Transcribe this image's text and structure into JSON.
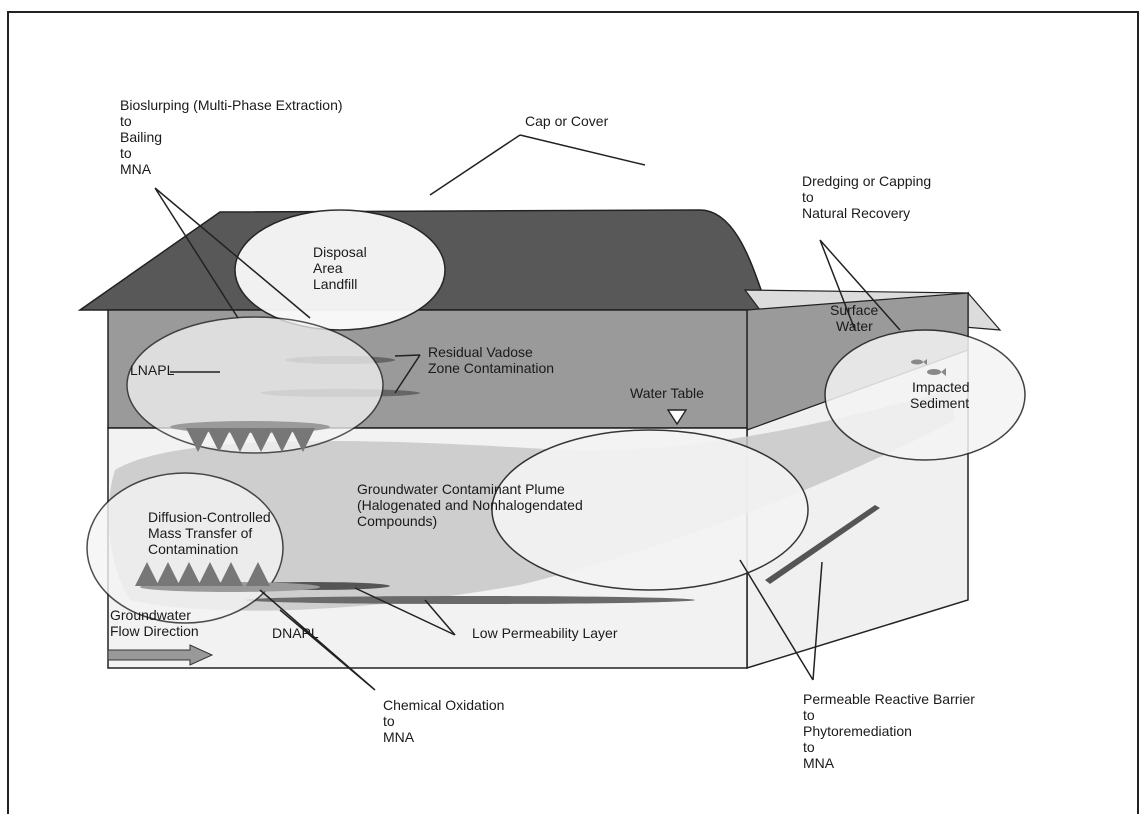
{
  "labels": {
    "bioslurping": [
      "Bioslurping (Multi-Phase Extraction)",
      "to",
      "Bailing",
      "to",
      "MNA"
    ],
    "cap_or_cover": "Cap or Cover",
    "dredging": [
      "Dredging or Capping",
      "to",
      "Natural Recovery"
    ],
    "disposal": [
      "Disposal",
      "Area",
      "Landfill"
    ],
    "surface_water": [
      "Surface",
      "Water"
    ],
    "lnapl": "LNAPL",
    "residual_vadose": [
      "Residual Vadose",
      "Zone Contamination"
    ],
    "water_table": "Water Table",
    "impacted_sediment": [
      "Impacted",
      "Sediment"
    ],
    "groundwater_plume": [
      "Groundwater Contaminant Plume",
      "(Halogenated and Nonhalogendated",
      "Compounds)"
    ],
    "diffusion": [
      "Diffusion-Controlled",
      "Mass Transfer of",
      "Contamination"
    ],
    "flow_direction": [
      "Groundwater",
      "Flow Direction"
    ],
    "dnapl": "DNAPL",
    "low_permeability": "Low Permeability Layer",
    "chemical_oxidation": [
      "Chemical Oxidation",
      "to",
      "MNA"
    ],
    "prb": [
      "Permeable Reactive Barrier",
      "to",
      "Phytoremediation",
      "to",
      "MNA"
    ]
  },
  "colors": {
    "top_surface": "#585858",
    "vadose_zone": "#9a9a9a",
    "saturated_zone": "#f2f2f2",
    "plume": "#c8c8c8",
    "ellipse_fill": "#f4f4f4"
  }
}
